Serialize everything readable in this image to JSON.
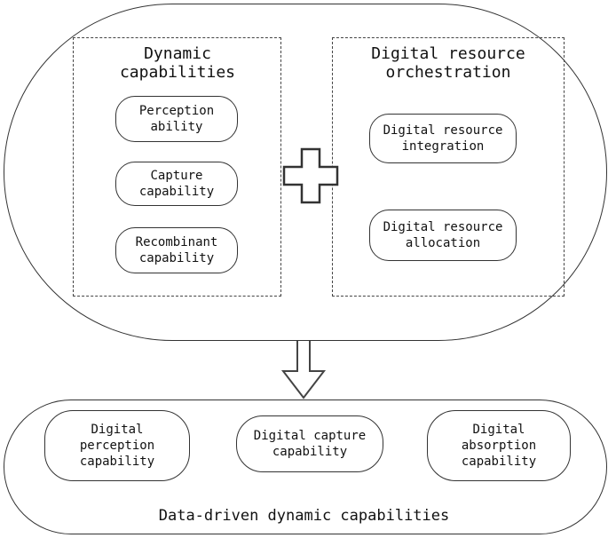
{
  "dynamic_capabilities": {
    "title": "Dynamic\ncapabilities",
    "items": [
      "Perception\nability",
      "Capture\ncapability",
      "Recombinant\ncapability"
    ]
  },
  "digital_resource_orchestration": {
    "title": "Digital resource\norchestration",
    "items": [
      "Digital resource\nintegration",
      "Digital resource\nallocation"
    ]
  },
  "data_driven": {
    "label": "Data-driven dynamic capabilities",
    "items": [
      "Digital\nperception\ncapability",
      "Digital capture\ncapability",
      "Digital\nabsorption\ncapability"
    ]
  }
}
